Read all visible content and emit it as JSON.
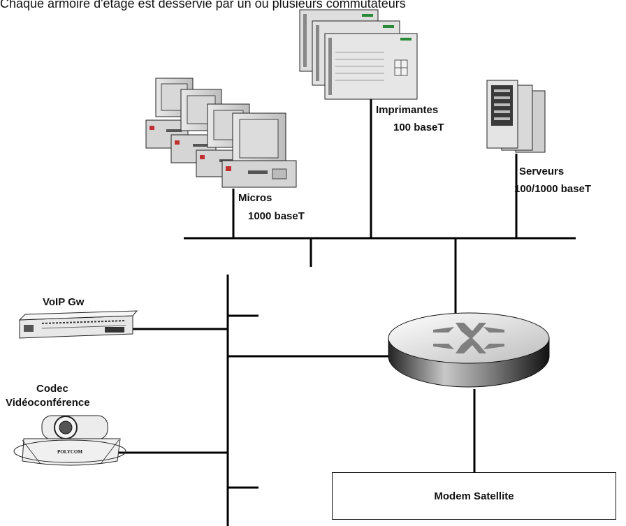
{
  "caption": "Chaque armoire d'étage est desservie par un ou plusieurs commutateurs",
  "nodes": {
    "micros": {
      "name": "Micros",
      "speed": "1000  baseT"
    },
    "imprimantes": {
      "name": "Imprimantes",
      "speed": "100 baseT"
    },
    "serveurs": {
      "name": "Serveurs",
      "speed": "100/1000 baseT"
    },
    "voip": {
      "name": "VoIP Gw"
    },
    "codec": {
      "name": "Codec",
      "name2": "Vidéoconférence",
      "brand": "POLYCOM"
    },
    "modem": {
      "name": "Modem Satellite"
    }
  }
}
